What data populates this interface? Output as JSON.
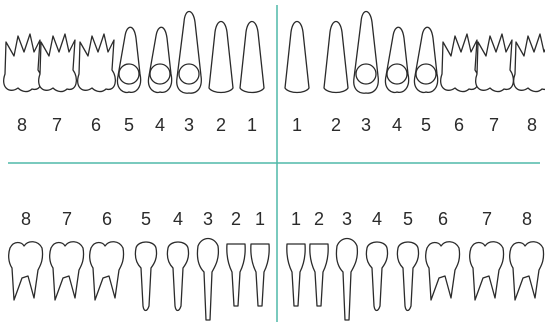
{
  "divider_color": "#4fb8a8",
  "outline_color": "#2b2b2b",
  "upper_left": {
    "numbers": [
      "8",
      "7",
      "6",
      "5",
      "4",
      "3",
      "2",
      "1"
    ],
    "tooth_types": [
      "molar",
      "molar",
      "molar",
      "premolar",
      "premolar",
      "canine",
      "incisor",
      "incisor"
    ]
  },
  "upper_right": {
    "numbers": [
      "1",
      "2",
      "3",
      "4",
      "5",
      "6",
      "7",
      "8"
    ],
    "tooth_types": [
      "incisor",
      "incisor",
      "canine",
      "premolar",
      "premolar",
      "molar",
      "molar",
      "molar"
    ]
  },
  "lower_left": {
    "numbers": [
      "8",
      "7",
      "6",
      "5",
      "4",
      "3",
      "2",
      "1"
    ],
    "tooth_types": [
      "molar",
      "molar",
      "molar",
      "premolar",
      "premolar",
      "canine",
      "incisor",
      "incisor"
    ]
  },
  "lower_right": {
    "numbers": [
      "1",
      "2",
      "3",
      "4",
      "5",
      "6",
      "7",
      "8"
    ],
    "tooth_types": [
      "incisor",
      "incisor",
      "canine",
      "premolar",
      "premolar",
      "molar",
      "molar",
      "molar"
    ]
  }
}
